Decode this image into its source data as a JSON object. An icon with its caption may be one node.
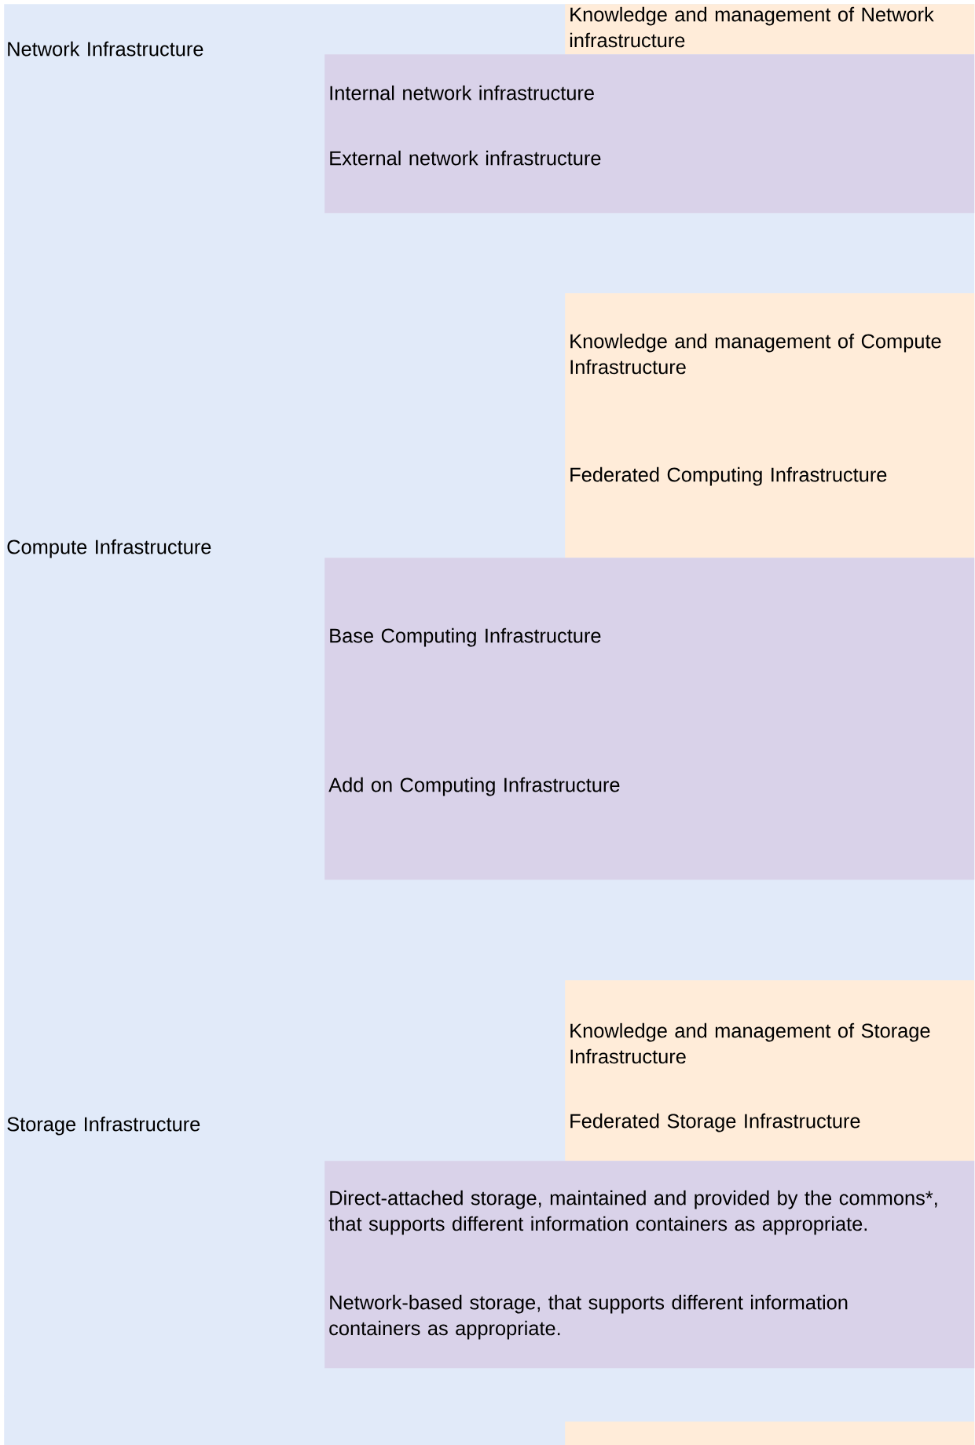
{
  "diagram": {
    "nodes": [
      {
        "text": [
          "Network Infrastructure"
        ]
      },
      {
        "text": [
          "Knowledge and management of Network infrastructure"
        ],
        "in": 0
      },
      {
        "text": [
          "Internal network infrastructure",
          "External network infrastructure"
        ],
        "in": 0
      },
      {
        "text": [
          "Compute Infrastructure"
        ]
      },
      {
        "text": [
          "Knowledge and management of Compute Infrastructure",
          "Federated Computing Infrastructure"
        ],
        "in": 3
      },
      {
        "text": [
          "Base Computing Infrastructure",
          "Add on Computing Infrastructure"
        ],
        "in": 3
      },
      {
        "text": [
          "Storage Infrastructure"
        ]
      },
      {
        "text": [
          "Knowledge and management of Storage Infrastructure",
          "Federated Storage Infrastructure"
        ],
        "in": 6
      },
      {
        "text": [
          "Direct-attached storage, maintained and provided by the commons*, that supports different information containers as appropriate.",
          "Network-based storage,  that supports different information containers as appropriate."
        ],
        "in": 6
      },
      {
        "text": [],
        "shape": "box"
      },
      {
        "text": [],
        "shape": "box",
        "in": 9
      }
    ],
    "edges": []
  }
}
